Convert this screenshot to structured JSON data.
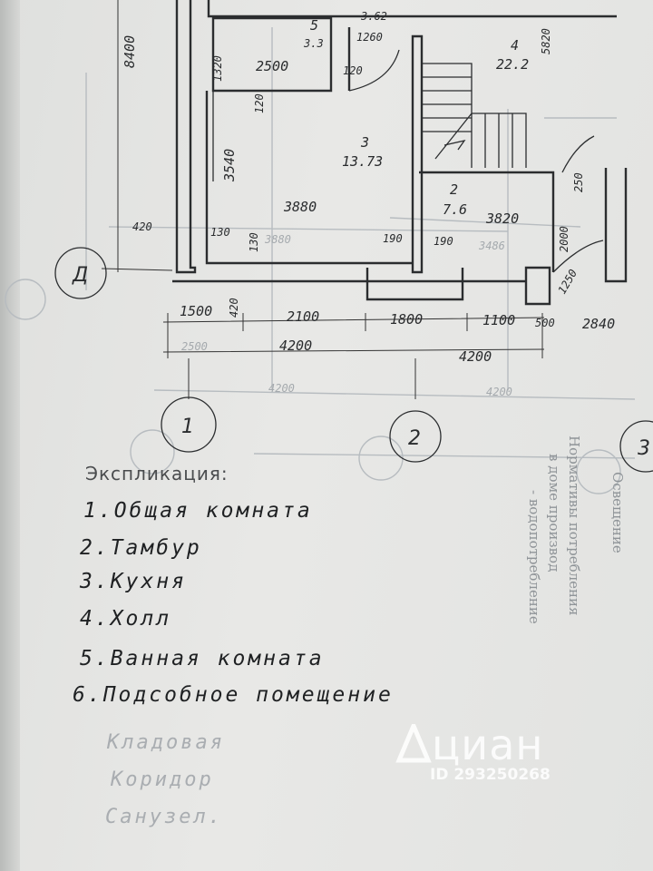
{
  "plan": {
    "dims_top": [
      "8400",
      "3.62",
      "1260",
      "5820"
    ],
    "rooms": [
      {
        "num": "5",
        "area": "3.3"
      },
      {
        "num": "4",
        "area": "22.2"
      },
      {
        "num": "3",
        "area": "13.73"
      },
      {
        "num": "2",
        "area": "7.6"
      }
    ],
    "dims": {
      "d1320": "1320",
      "d2500": "2500",
      "d120a": "120",
      "d120b": "120",
      "d3540": "3540",
      "d3880": "3880",
      "d3820": "3820",
      "d420l": "420",
      "d130a": "130",
      "d130b": "130",
      "d190a": "190",
      "d190b": "190",
      "d2000": "2000",
      "d250": "250",
      "d1250": "1250",
      "d1500": "1500",
      "d420": "420",
      "d2100": "2100",
      "d1800": "1800",
      "d1100": "1100",
      "d500": "500",
      "d2840": "2840",
      "d4200a": "4200",
      "d4200b": "4200",
      "d2500b": "2500",
      "d3880g": "3880",
      "d3486g": "3486",
      "d4200g": "4200",
      "d4200g2": "4200"
    },
    "axes": {
      "row": "Д",
      "col1": "1",
      "col2": "2",
      "col3": "3"
    }
  },
  "legend": {
    "title": "Экспликация:",
    "items": [
      "1.Общая комната",
      "2.Тамбур",
      "3.Кухня",
      "4.Холл",
      "5.Ванная комната",
      "6.Подсобное помещение"
    ],
    "ghost_items": [
      "Кладовая",
      "Коридор",
      "Санузел."
    ]
  },
  "back_text": [
    "- водопотребление",
    "в доме производ",
    "Нормативы потребления",
    "Освещение"
  ],
  "watermark": {
    "brand": "циан",
    "id": "ID 293250268"
  }
}
